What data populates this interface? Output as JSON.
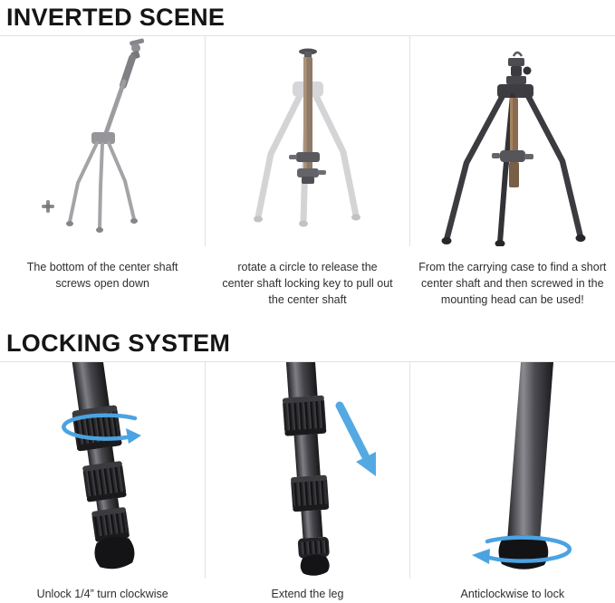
{
  "colors": {
    "accent_blue": "#4ba3e2",
    "divider": "#e2e2e2",
    "heading_text": "#151515",
    "caption_text": "#2e2e2e",
    "shaft_brown": "#8a6b50"
  },
  "sections": [
    {
      "title": "INVERTED SCENE",
      "panels": [
        {
          "image": "tripod-with-inverted-center-shaft",
          "caption": "The bottom of the center shaft screws open down"
        },
        {
          "image": "tripod-ghost-legs-center-shaft",
          "caption": "rotate a circle to release the center shaft locking key to pull out the center shaft"
        },
        {
          "image": "tripod-with-short-center-shaft",
          "caption": "From the carrying case to find a short center shaft and then screwed in the mounting head can be used!"
        }
      ]
    },
    {
      "title": "LOCKING SYSTEM",
      "panels": [
        {
          "image": "leg-twist-locks-unlock",
          "caption": "Unlock 1/4” turn clockwise"
        },
        {
          "image": "leg-extended",
          "caption": "Extend the leg"
        },
        {
          "image": "leg-foot-lock",
          "caption": "Anticlockwise to lock"
        }
      ]
    }
  ]
}
